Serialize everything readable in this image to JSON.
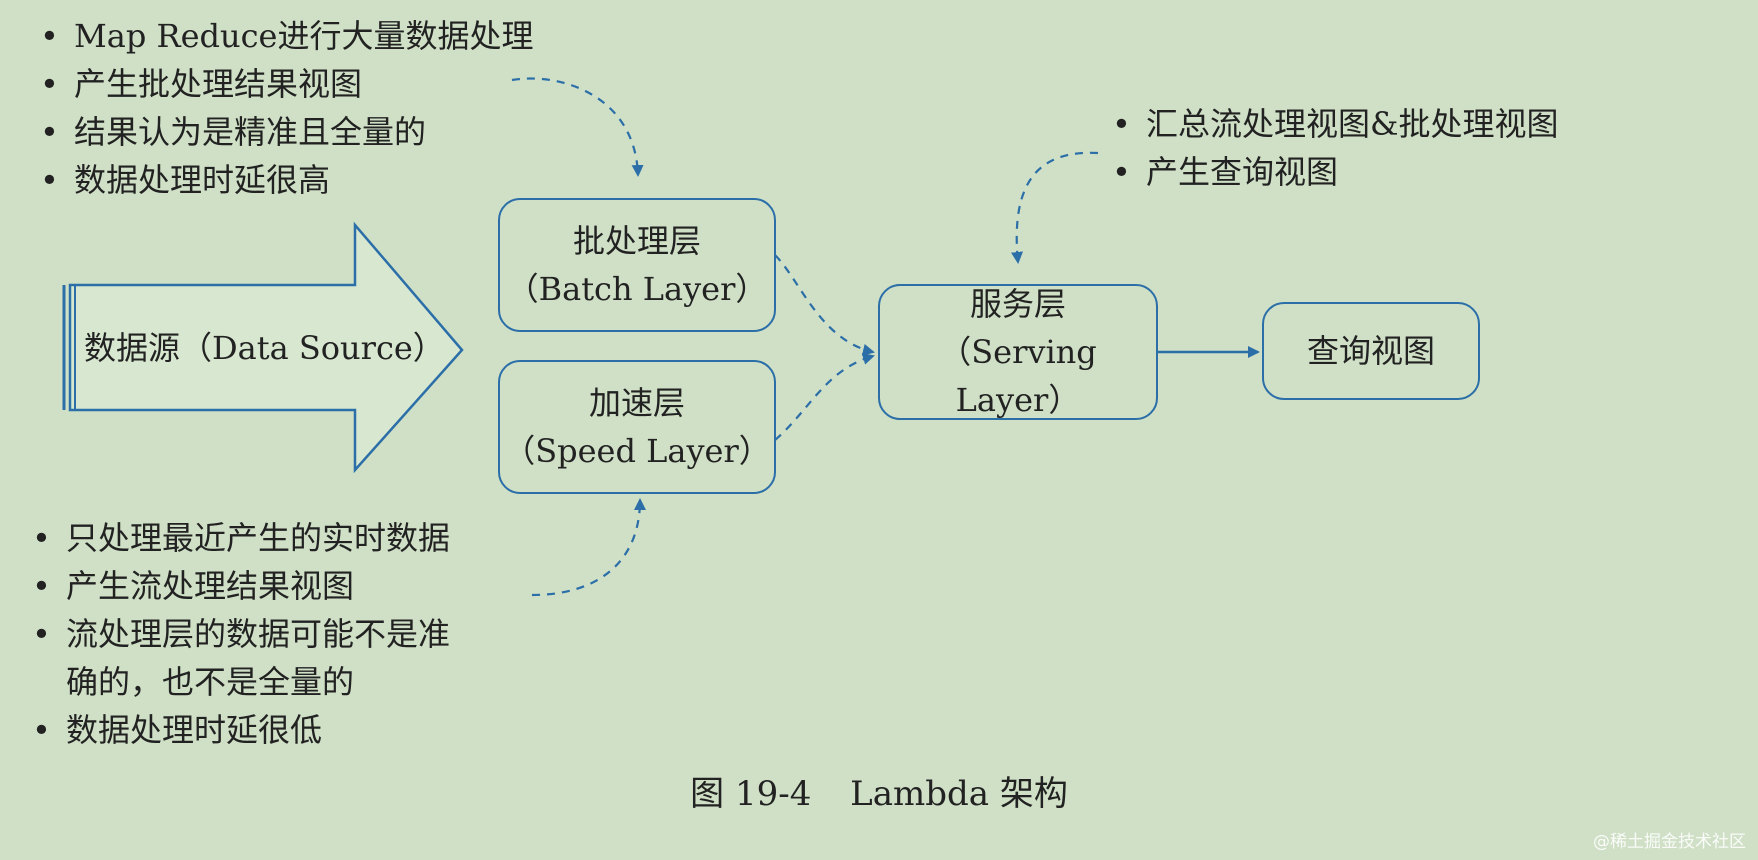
{
  "batch_notes": [
    "Map Reduce进行大量数据处理",
    "产生批处理结果视图",
    "结果认为是精准且全量的",
    "数据处理时延很高"
  ],
  "serving_notes": [
    "汇总流处理视图&批处理视图",
    "产生查询视图"
  ],
  "speed_notes": [
    {
      "text": "只处理最近产生的实时数据",
      "bullet": true
    },
    {
      "text": "产生流处理结果视图",
      "bullet": true
    },
    {
      "text": "流处理层的数据可能不是准",
      "bullet": true
    },
    {
      "text": "确的，也不是全量的",
      "bullet": false
    },
    {
      "text": "数据处理时延很低",
      "bullet": true
    }
  ],
  "data_source": {
    "label": "数据源（Data Source）"
  },
  "batch_layer": {
    "title": "批处理层",
    "subtitle": "（Batch Layer）"
  },
  "speed_layer": {
    "title": "加速层",
    "subtitle": "（Speed Layer）"
  },
  "serving_layer": {
    "title": "服务层",
    "subtitle": "（Serving Layer）"
  },
  "query_view": {
    "label": "查询视图"
  },
  "caption": {
    "figure": "图 19-4",
    "title": "Lambda 架构"
  },
  "watermark": "@稀土掘金技术社区",
  "colors": {
    "background": "#cfe0c6",
    "accent": "#2b6ea8",
    "text": "#222222"
  }
}
